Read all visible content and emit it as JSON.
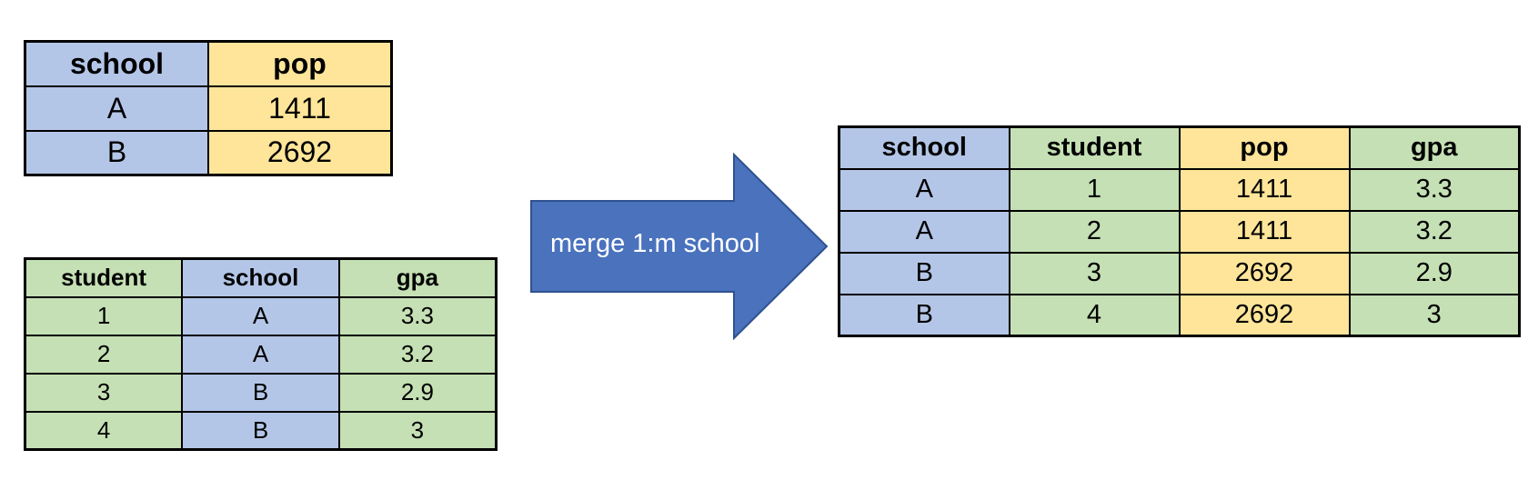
{
  "colors": {
    "school": "#b4c6e7",
    "pop": "#fee599",
    "student": "#c5e0b4",
    "arrow": "#4a72bd"
  },
  "schools_table": {
    "headers": [
      "school",
      "pop"
    ],
    "rows": [
      [
        "A",
        "1411"
      ],
      [
        "B",
        "2692"
      ]
    ]
  },
  "students_table": {
    "headers": [
      "student",
      "school",
      "gpa"
    ],
    "rows": [
      [
        "1",
        "A",
        "3.3"
      ],
      [
        "2",
        "A",
        "3.2"
      ],
      [
        "3",
        "B",
        "2.9"
      ],
      [
        "4",
        "B",
        "3"
      ]
    ]
  },
  "arrow": {
    "label": "merge 1:m school"
  },
  "merged_table": {
    "headers": [
      "school",
      "student",
      "pop",
      "gpa"
    ],
    "rows": [
      [
        "A",
        "1",
        "1411",
        "3.3"
      ],
      [
        "A",
        "2",
        "1411",
        "3.2"
      ],
      [
        "B",
        "3",
        "2692",
        "2.9"
      ],
      [
        "B",
        "4",
        "2692",
        "3"
      ]
    ]
  }
}
